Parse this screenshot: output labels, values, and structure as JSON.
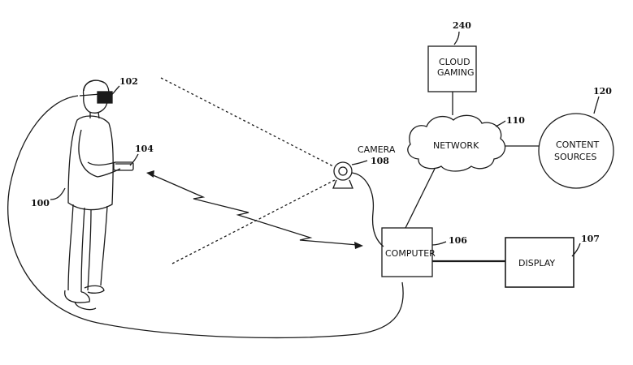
{
  "diagram": {
    "refs": {
      "user": "100",
      "hmd": "102",
      "controller": "104",
      "computer": "106",
      "display": "107",
      "camera": "108",
      "network": "110",
      "content_sources": "120",
      "cloud_gaming": "240"
    },
    "labels": {
      "camera": "CAMERA",
      "computer": "COMPUTER",
      "display": "DISPLAY",
      "network": "NETWORK",
      "cloud_gaming_line1": "CLOUD",
      "cloud_gaming_line2": "GAMING",
      "content_sources_line1": "CONTENT",
      "content_sources_line2": "SOURCES"
    }
  }
}
